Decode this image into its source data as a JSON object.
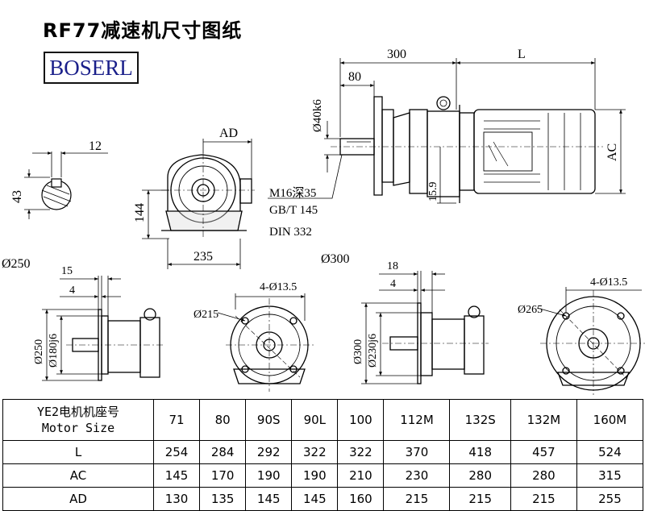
{
  "title": "RF77减速机尺寸图纸",
  "logo": {
    "text": "BOSERL",
    "color": "#1a1f8a"
  },
  "dims": {
    "d300": "300",
    "dL": "L",
    "d80": "80",
    "d40k6": "Ø40k6",
    "dAC": "AC",
    "dAD": "AD",
    "d12": "12",
    "d43": "43",
    "d144": "144",
    "d235": "235",
    "d159": "15.9",
    "m16": "M16深35",
    "gb": "GB/T 145",
    "din": "DIN 332",
    "phi250": "Ø250",
    "phi300": "Ø300",
    "d15": "15",
    "d4a": "4",
    "d250": "Ø250",
    "d180": "Ø180j6",
    "d215": "Ø215",
    "holes1": "4-Ø13.5",
    "d18": "18",
    "d4b": "4",
    "d300b": "Ø300",
    "d230": "Ø230j6",
    "d265": "Ø265",
    "holes2": "4-Ø13.5"
  },
  "table": {
    "header_line1": "YE2电机机座号",
    "header_line2": "Motor Size",
    "sizes": [
      "71",
      "80",
      "90S",
      "90L",
      "100",
      "112M",
      "132S",
      "132M",
      "160M"
    ],
    "rows": [
      {
        "label": "L",
        "values": [
          "254",
          "284",
          "292",
          "322",
          "322",
          "370",
          "418",
          "457",
          "524"
        ]
      },
      {
        "label": "AC",
        "values": [
          "145",
          "170",
          "190",
          "190",
          "210",
          "230",
          "280",
          "280",
          "315"
        ]
      },
      {
        "label": "AD",
        "values": [
          "130",
          "135",
          "145",
          "145",
          "160",
          "215",
          "215",
          "215",
          "255"
        ]
      }
    ]
  }
}
